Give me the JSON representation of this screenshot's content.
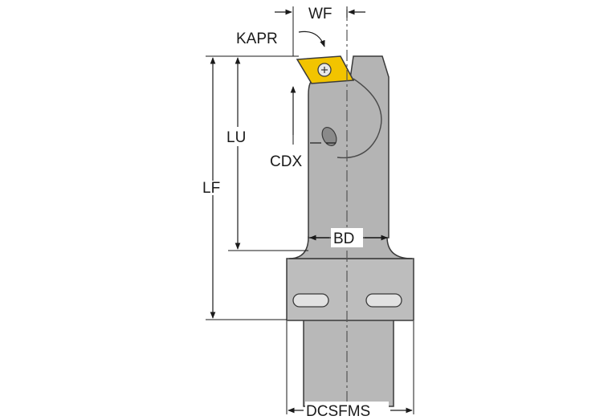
{
  "labels": {
    "wf": "WF",
    "kapr": "KAPR",
    "lu": "LU",
    "lf": "LF",
    "cdx": "CDX",
    "bd": "BD",
    "dcsfms": "DCSFMS"
  },
  "colors": {
    "body_fill": "#b4b4b4",
    "body_outline": "#3a3a3a",
    "insert_fill": "#f2c400",
    "dimension_line": "#1a1a1a",
    "centerline": "#555555"
  }
}
